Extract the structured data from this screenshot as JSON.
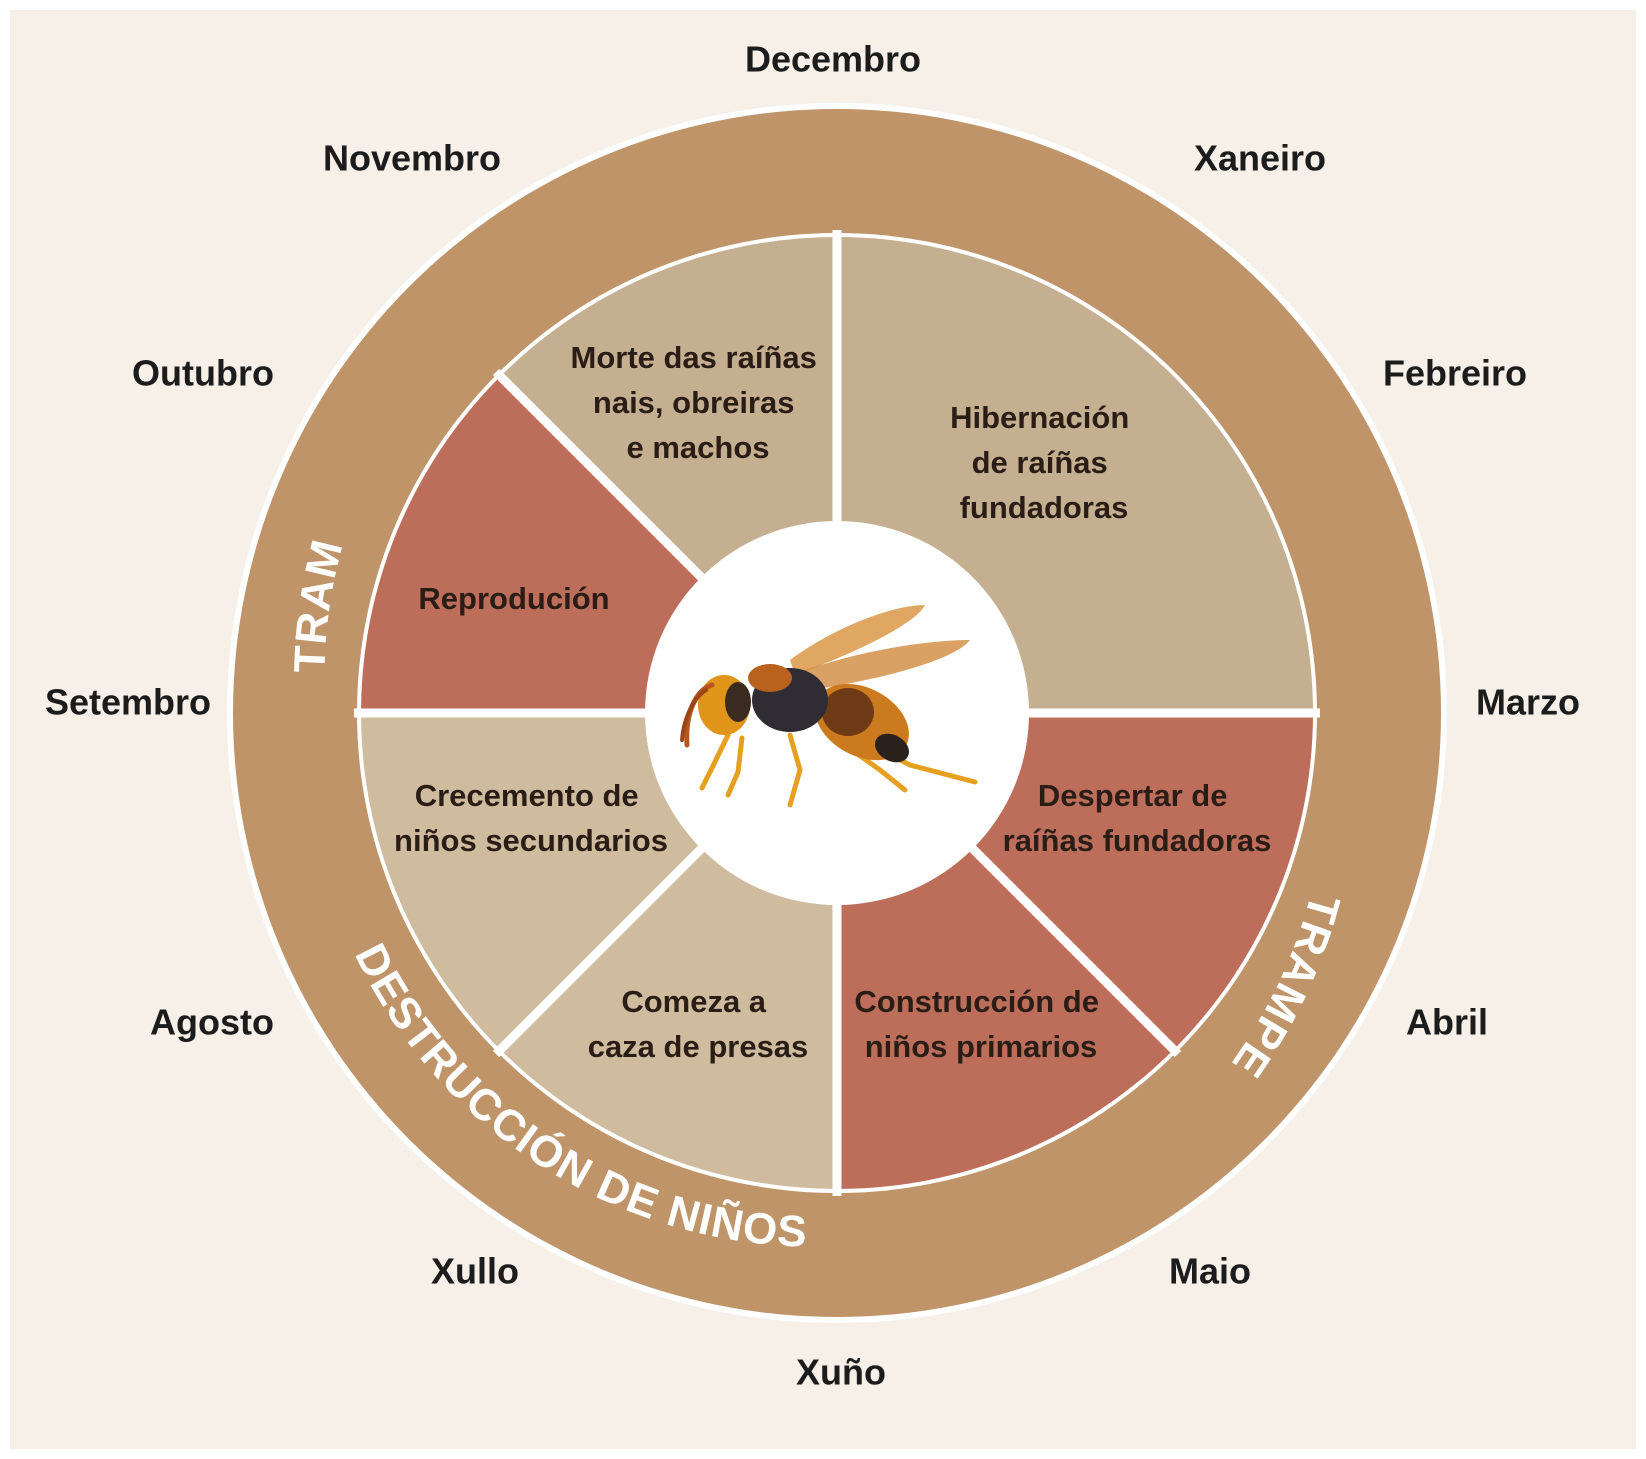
{
  "months": {
    "dec": "Decembro",
    "jan": "Xaneiro",
    "feb": "Febreiro",
    "mar": "Marzo",
    "apr": "Abril",
    "may": "Maio",
    "jun": "Xuño",
    "jul": "Xullo",
    "aug": "Agosto",
    "sep": "Setembro",
    "oct": "Outubro",
    "nov": "Novembro"
  },
  "segments": {
    "hibernation": [
      "Hibernación",
      "de raíñas",
      "fundadoras"
    ],
    "awakening": [
      "Despertar de",
      "raíñas fundadoras"
    ],
    "primary_nests": [
      "Construcción de",
      "niños primarios"
    ],
    "prey_hunting": [
      "Comeza a",
      "caza de presas"
    ],
    "secondary_nests": [
      "Crecemento de",
      "niños secundarios"
    ],
    "reproduction": [
      "Reprodución"
    ],
    "death": [
      "Morte das raíñas",
      "nais, obreiras",
      "e machos"
    ]
  },
  "ring_labels": {
    "trampeo_left": "TRAMPEO",
    "trampeo_right": "TRAMPEO",
    "destruction": "DESTRUCCIÓN DE NIÑOS"
  },
  "center_image": "asian-hornet-illustration",
  "colors": {
    "background": "#f6f0e9",
    "ring": "#bf9468",
    "segment_beige": "#c5af91",
    "segment_light": "#cfbc9f",
    "segment_red": "#bd6e5a"
  }
}
